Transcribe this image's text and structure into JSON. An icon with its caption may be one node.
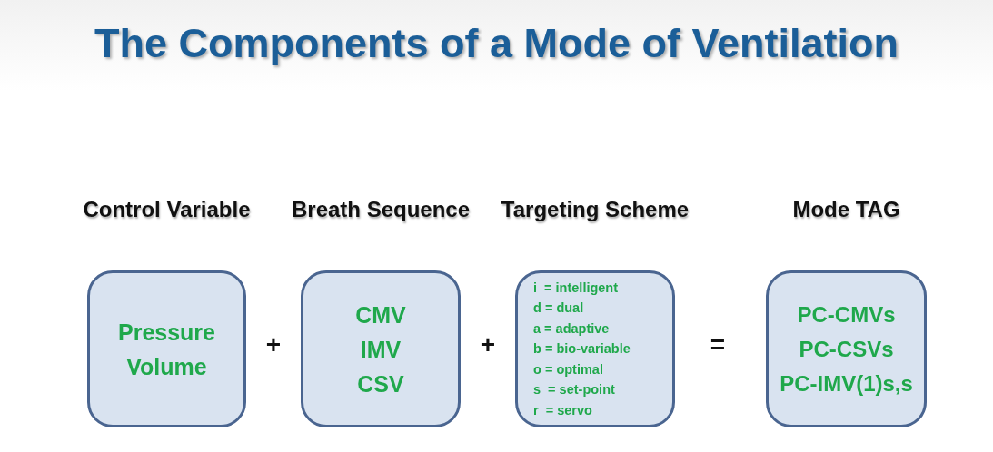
{
  "diagram": {
    "title": "The Components of a Mode of Ventilation",
    "nodes": [
      {
        "text": [
          "Control Variable",
          "Pressure",
          "Volume"
        ]
      },
      {
        "text": [
          "Breath Sequence",
          "CMV",
          "IMV",
          "CSV"
        ]
      },
      {
        "text": [
          "Targeting Scheme",
          "i  = intelligent",
          "d = dual",
          "a = adaptive",
          "b = bio-variable",
          "o = optimal",
          "s  = set-point",
          "r  = servo"
        ]
      },
      {
        "text": [
          "Mode TAG",
          "PC-CMVs",
          "PC-CSVs",
          "PC-IMV(1)s,s"
        ]
      }
    ],
    "labels": [
      "+",
      "+",
      "="
    ]
  }
}
